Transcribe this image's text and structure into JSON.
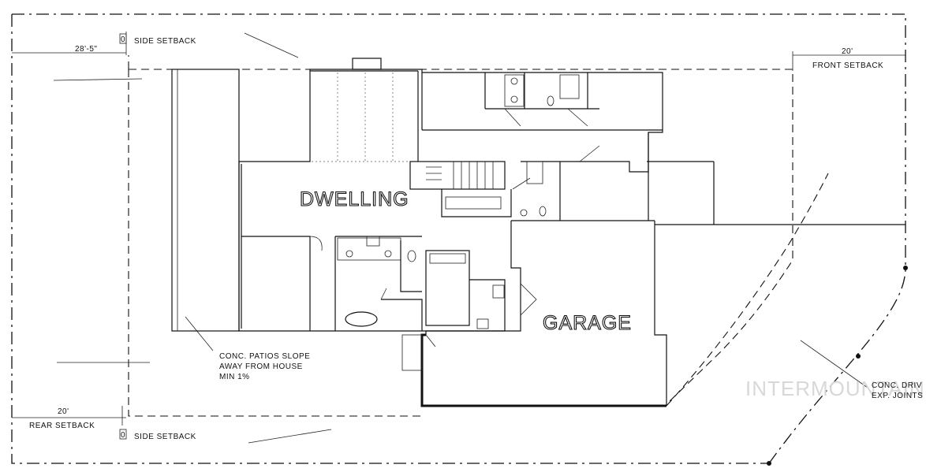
{
  "labels": {
    "dwelling": "DWELLING",
    "garage": "GARAGE",
    "side_setback_top_value": "0",
    "side_setback_top_text": "SIDE SETBACK",
    "side_setback_bottom_value": "0",
    "side_setback_bottom_text": "SIDE SETBACK",
    "side_dim": "28'-5\"",
    "front_dim": "20'",
    "front_setback": "FRONT SETBACK",
    "rear_dim": "20'",
    "rear_setback": "REAR SETBACK",
    "patio_note_1": "CONC. PATIOS SLOPE",
    "patio_note_2": "AWAY FROM HOUSE",
    "patio_note_3": "MIN 1%",
    "drive_note_1": "CONC. DRIV",
    "drive_note_2": "EXP. JOINTS",
    "watermark": "INTERMOUNTAIN"
  }
}
